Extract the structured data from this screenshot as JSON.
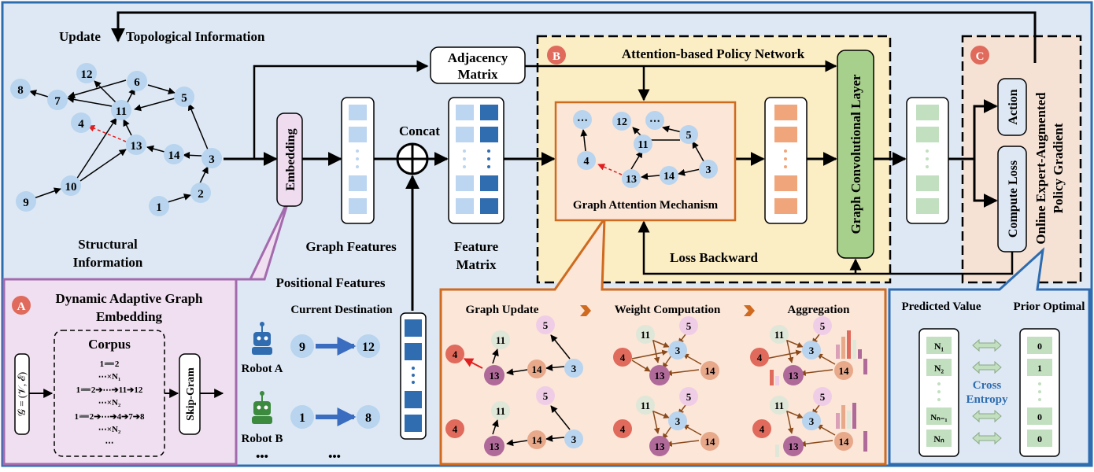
{
  "header": {
    "update": "Update",
    "topological": "Topological Information"
  },
  "structural": {
    "label_1": "Structural",
    "label_2": "Information",
    "nodes": [
      "8",
      "7",
      "12",
      "6",
      "5",
      "11",
      "4",
      "13",
      "14",
      "3",
      "10",
      "9",
      "2",
      "1"
    ]
  },
  "embedding": "Embedding",
  "graph_features": "Graph Features",
  "concat": "Concat",
  "feature_matrix": {
    "line1": "Feature",
    "line2": "Matrix"
  },
  "adjacency": {
    "line1": "Adjacency",
    "line2": "Matrix"
  },
  "positional": {
    "title": "Positional Features",
    "subtitle": "Current Destination",
    "robot_a": "Robot A",
    "robot_b": "Robot B",
    "a_current": "9",
    "a_dest": "12",
    "b_current": "1",
    "b_dest": "8",
    "ellipsis": "•••"
  },
  "section_b": {
    "badge": "B",
    "title": "Attention-based Policy Network",
    "gam": "Graph Attention Mechanism",
    "gcl": "Graph Convolutional Layer",
    "loss": "Loss Backward",
    "nodes": [
      "⋯",
      "12",
      "⋯",
      "11",
      "5",
      "4",
      "13",
      "14",
      "3"
    ]
  },
  "section_c": {
    "badge": "C",
    "action": "Action",
    "compute": "Compute Loss",
    "title_1": "Online Expert-Augmented",
    "title_2": "Policy Gradient"
  },
  "section_a": {
    "badge": "A",
    "title_1": "Dynamic Adaptive Graph",
    "title_2": "Embedding",
    "corpus": "Corpus",
    "graph_eq": "𝒢 = (𝒱, ℰ)",
    "skipgram": "Skip-Gram",
    "lines": [
      "1➖2",
      "⋯×N₁",
      "1➖2➔⋯➔11➔12",
      "⋯×N₂",
      "1➖2➔⋯➔4➔7➔8",
      "⋯×N₂",
      "⋯"
    ]
  },
  "detail": {
    "graph_update": "Graph Update",
    "weight": "Weight Computation",
    "aggregation": "Aggregation",
    "nodes": [
      "11",
      "5",
      "4",
      "13",
      "14",
      "3"
    ]
  },
  "loss_panel": {
    "predicted": "Predicted Value",
    "prior": "Prior Optimal",
    "pred_cells": [
      "N₁",
      "N₂",
      "Nₙ₋₁",
      "Nₙ"
    ],
    "prior_cells": [
      "0",
      "1",
      "0",
      "0"
    ],
    "cross_1": "Cross",
    "cross_2": "Entropy"
  }
}
